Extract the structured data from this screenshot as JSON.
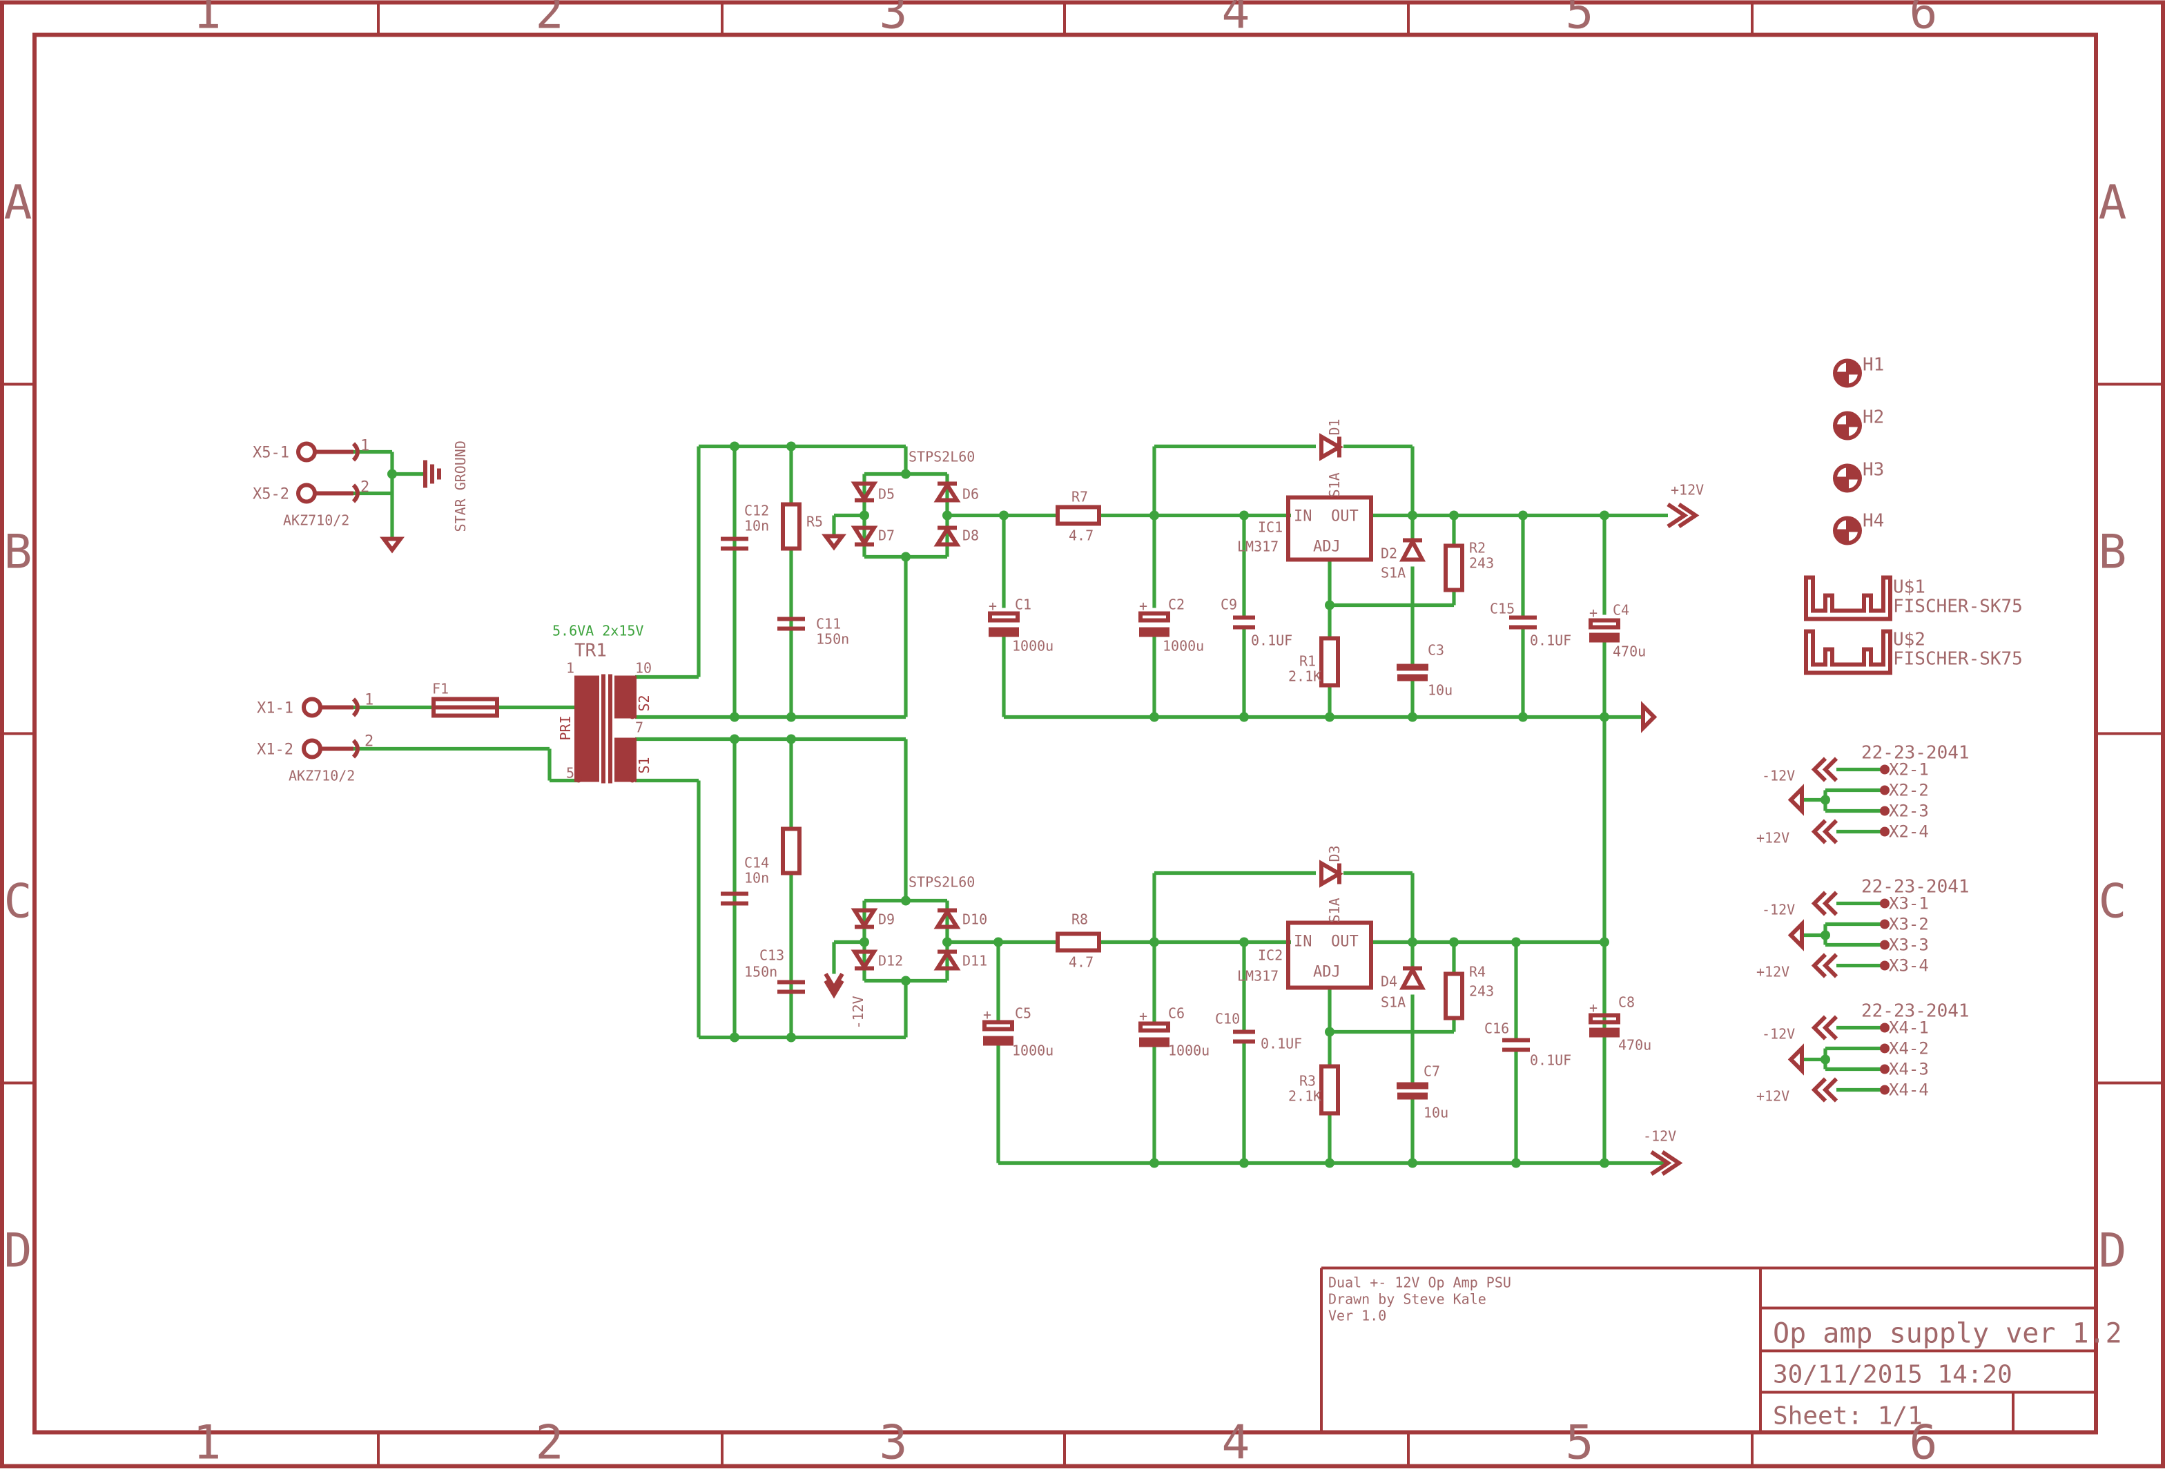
{
  "frame": {
    "columns": [
      "1",
      "2",
      "3",
      "4",
      "5",
      "6"
    ],
    "rows": [
      "A",
      "B",
      "C",
      "D"
    ]
  },
  "title_block": {
    "notes": [
      "Dual +- 12V Op Amp PSU",
      "Drawn by Steve Kale",
      "Ver 1.0"
    ],
    "title": "Op amp supply ver 1.2",
    "date": "30/11/2015 14:20",
    "sheet": "Sheet: 1/1"
  },
  "input": {
    "x5_1": "X5-1",
    "x5_2": "X5-2",
    "x5_part": "AKZ710/2",
    "star_ground": "STAR GROUND",
    "x1_1": "X1-1",
    "x1_2": "X1-2",
    "x1_part": "AKZ710/2",
    "pin1": "1",
    "pin2": "2",
    "f1": "F1",
    "tr_value": "5.6VA 2x15V",
    "tr_name": "TR1",
    "tr_pin1": "1",
    "tr_pin5": "5",
    "tr_pin10": "10",
    "tr_pin7": "7",
    "tr_pri": "PRI",
    "tr_s1": "S1",
    "tr_s2": "S2"
  },
  "upper": {
    "c12": "C12",
    "c12v": "10n",
    "r5": "R5",
    "c11": "C11",
    "c11v": "150n",
    "bridge": "STPS2L60",
    "d5": "D5",
    "d6": "D6",
    "d7": "D7",
    "d8": "D8",
    "r7": "R7",
    "r7v": "4.7",
    "c1": "C1",
    "c1v": "1000u",
    "c2": "C2",
    "c2v": "1000u",
    "c9": "C9",
    "c9v": "0.1UF",
    "ic1": "IC1",
    "ic1v": "LM317",
    "in": "IN",
    "out": "OUT",
    "adj": "ADJ",
    "d1": "D1",
    "d1v": "S1A",
    "d2": "D2",
    "d2v": "S1A",
    "r1": "R1",
    "r1v": "2.1K",
    "r2": "R2",
    "r2v": "243",
    "c3": "C3",
    "c3v": "10u",
    "c15": "C15",
    "c15v": "0.1UF",
    "c4": "C4",
    "c4v": "470u",
    "rail": "+12V"
  },
  "lower": {
    "c14": "C14",
    "c14v": "10n",
    "c13": "C13",
    "c13v": "150n",
    "bridge": "STPS2L60",
    "d9": "D9",
    "d10": "D10",
    "d11": "D11",
    "d12": "D12",
    "neg": "-12V",
    "r8": "R8",
    "r8v": "4.7",
    "c5": "C5",
    "c5v": "1000u",
    "c6": "C6",
    "c6v": "1000u",
    "c10": "C10",
    "c10v": "0.1UF",
    "ic2": "IC2",
    "ic2v": "LM317",
    "in": "IN",
    "out": "OUT",
    "adj": "ADJ",
    "d3": "D3",
    "d3v": "S1A",
    "d4": "D4",
    "d4v": "S1A",
    "r3": "R3",
    "r3v": "2.1K",
    "r4": "R4",
    "r4v": "243",
    "c7": "C7",
    "c7v": "10u",
    "c16": "C16",
    "c16v": "0.1UF",
    "c8": "C8",
    "c8v": "470u",
    "rail": "-12V"
  },
  "hardware": {
    "h1": "H1",
    "h2": "H2",
    "h3": "H3",
    "h4": "H4",
    "u1": "U$1",
    "u1v": "FISCHER-SK75",
    "u2": "U$2",
    "u2v": "FISCHER-SK75"
  },
  "connectors": [
    {
      "part": "22-23-2041",
      "neg": "-12V",
      "pos": "+12V",
      "pins": [
        "X2-1",
        "X2-2",
        "X2-3",
        "X2-4"
      ]
    },
    {
      "part": "22-23-2041",
      "neg": "-12V",
      "pos": "+12V",
      "pins": [
        "X3-1",
        "X3-2",
        "X3-3",
        "X3-4"
      ]
    },
    {
      "part": "22-23-2041",
      "neg": "-12V",
      "pos": "+12V",
      "pins": [
        "X4-1",
        "X4-2",
        "X4-3",
        "X4-4"
      ]
    }
  ],
  "colors": {
    "symbol": "#a2393b",
    "wire": "#3da33d",
    "text": "#a2686a"
  }
}
